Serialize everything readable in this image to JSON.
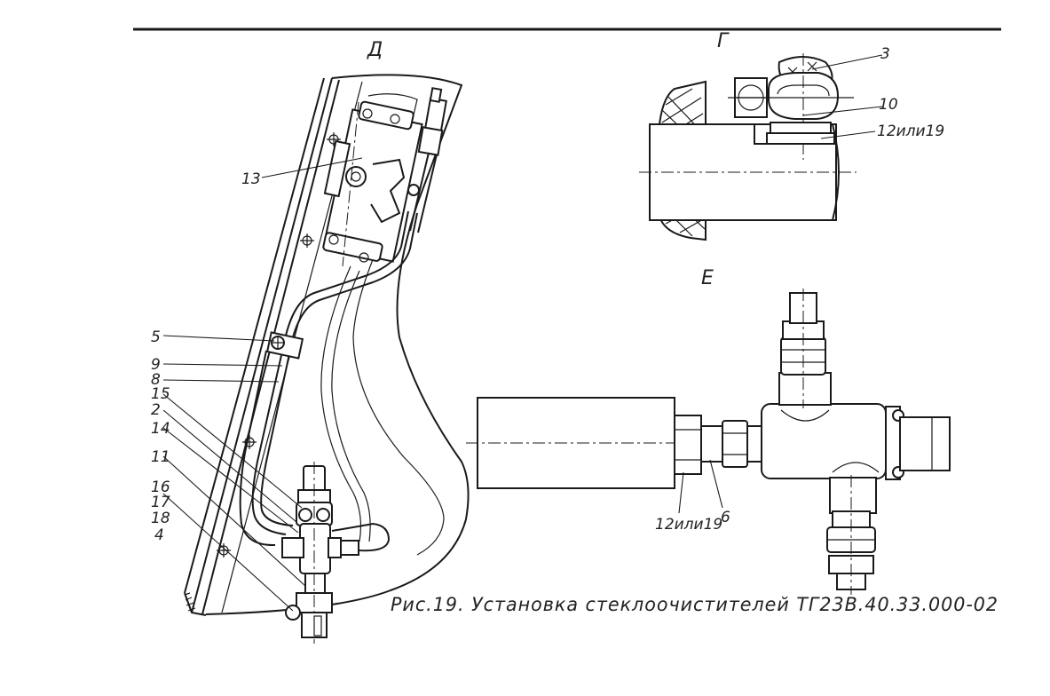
{
  "views": {
    "d": "Д",
    "g": "Г",
    "e": "Е"
  },
  "callouts_d": {
    "c13": "13",
    "c5": "5",
    "c9": "9",
    "c8": "8",
    "c15": "15",
    "c2": "2",
    "c14": "14",
    "c11": "11",
    "c16": "16",
    "c17": "17",
    "c18": "18",
    "c4": "4"
  },
  "callouts_g": {
    "c3": "3",
    "c10": "10",
    "c12or19": "12или19"
  },
  "callouts_e": {
    "c12or19": "12или19",
    "c6": "6"
  },
  "caption": "Рис.19. Установка стеклоочистителей ТГ23В.40.33.000-02"
}
